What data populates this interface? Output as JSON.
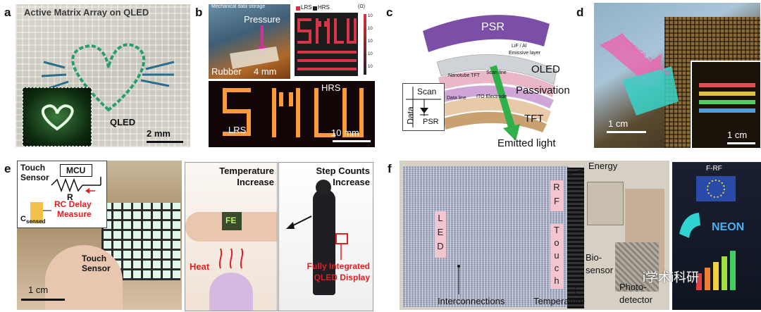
{
  "panels": {
    "a": {
      "letter": "a",
      "title": "Active Matrix Array on QLED",
      "qled_label": "QLED",
      "scale": "2 mm"
    },
    "b": {
      "letter": "b",
      "caption": "Mechanical data storage",
      "pressure": "Pressure",
      "rubber": "Rubber",
      "scale_top": "4 mm",
      "legend_lrs": "LRS",
      "legend_hrs": "HRS",
      "unit": "(Ω)",
      "tick_1": "10",
      "tick_2": "10",
      "tick_3": "10",
      "tick_4": "10",
      "tick_5": "10",
      "hrs_label": "HRS",
      "lrs_label": "LRS",
      "scale_bottom": "10 mm"
    },
    "c": {
      "letter": "c",
      "psr": "PSR",
      "oled": "OLED",
      "passivation": "Passivation",
      "tft": "TFT",
      "emitted": "Emitted light",
      "scan": "Scan",
      "data": "Data",
      "psr_small": "PSR",
      "nanotube": "Nanotube TFT",
      "scan_line": "Scan line",
      "ito": "ITO Electrode",
      "data_line": "Data line",
      "lif": "LiF / Al",
      "emissive": "Emissive layer"
    },
    "d": {
      "letter": "d",
      "pressure_applied": "Pressure applied",
      "scale_left": "1 cm",
      "scale_right": "1 cm"
    },
    "e": {
      "letter": "e",
      "touch_sensor": "Touch Sensor",
      "mcu": "MCU",
      "r": "R",
      "c_sensed": "C",
      "c_sub": "sensed",
      "rc_delay": "RC Delay",
      "measure": "Measure",
      "touch_sensor2": "Touch Sensor",
      "scale": "1 cm",
      "temp_increase_1": "Temperature",
      "temp_increase_2": "Increase",
      "display_fe": "FE",
      "heat": "Heat",
      "step_1": "Step Counts",
      "step_2": "Increase",
      "fully_1": "Fully Integrated",
      "fully_2": "QLED Display"
    },
    "f": {
      "letter": "f",
      "energy": "Energy",
      "rf_r": "R",
      "rf_f": "F",
      "touch": [
        "T",
        "o",
        "u",
        "c",
        "h"
      ],
      "led": [
        "L",
        "E",
        "D"
      ],
      "bio": "Bio-",
      "sensor": "sensor",
      "photo": "Photo-",
      "detector": "detector",
      "interconnections": "Interconnections",
      "temperature": "Temperature",
      "frf": "F-RF",
      "neon": "NEON",
      "watermark": "i学术i科研"
    }
  },
  "colors": {
    "qled_green": "#2fd39a",
    "red_accent": "#e02020",
    "pink_label": "#f3c6cf",
    "psr_purple": "#7b4fa8",
    "green_arrow": "#2fb04a"
  }
}
